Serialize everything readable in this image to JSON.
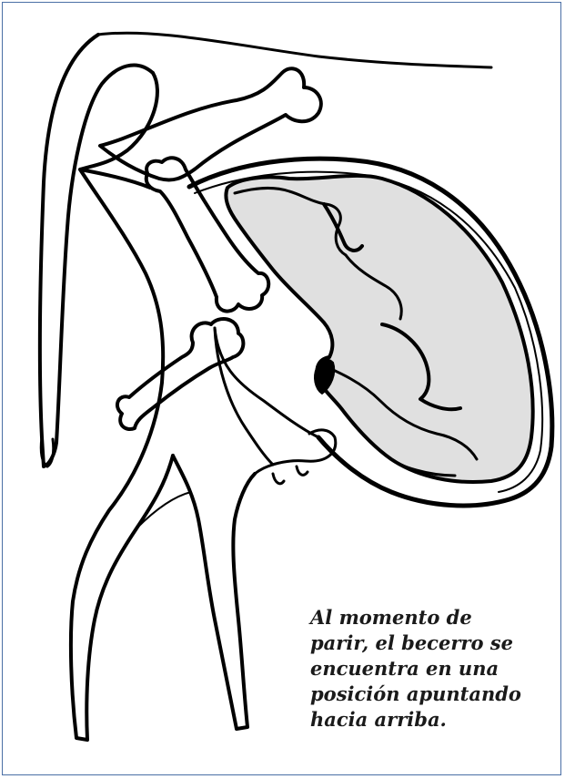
{
  "figure": {
    "border_color": "#4a6fa5",
    "calf_fill": "#e0e0e0",
    "line_color": "#000000",
    "caption_lines": [
      "Al momento de",
      "parir, el becerro se",
      "encuentra en una",
      "posición apuntando",
      "hacia arriba."
    ]
  }
}
